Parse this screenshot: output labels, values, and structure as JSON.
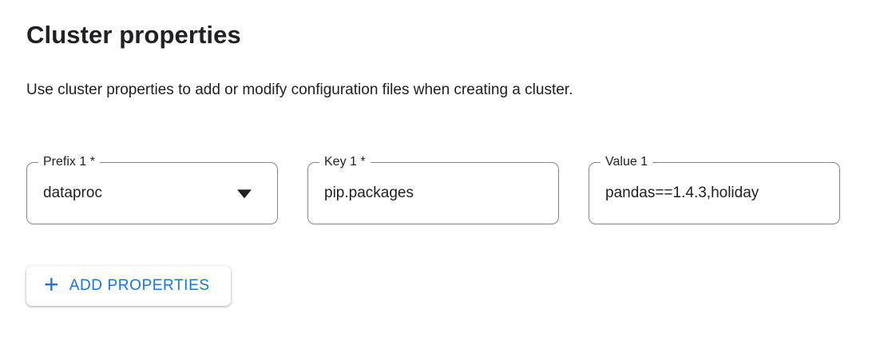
{
  "section": {
    "title": "Cluster properties",
    "description": "Use cluster properties to add or modify configuration files when creating a cluster."
  },
  "fields": {
    "prefix": {
      "label": "Prefix 1 *",
      "value": "dataproc"
    },
    "key": {
      "label": "Key 1 *",
      "value": "pip.packages"
    },
    "value": {
      "label": "Value 1",
      "value": "pandas==1.4.3,holiday"
    }
  },
  "actions": {
    "plus_icon": "+",
    "add_properties_label": "ADD PROPERTIES"
  },
  "colors": {
    "accent_blue": "#1a73e8",
    "text_primary": "#202124",
    "field_border": "#80868b",
    "background": "#ffffff"
  }
}
